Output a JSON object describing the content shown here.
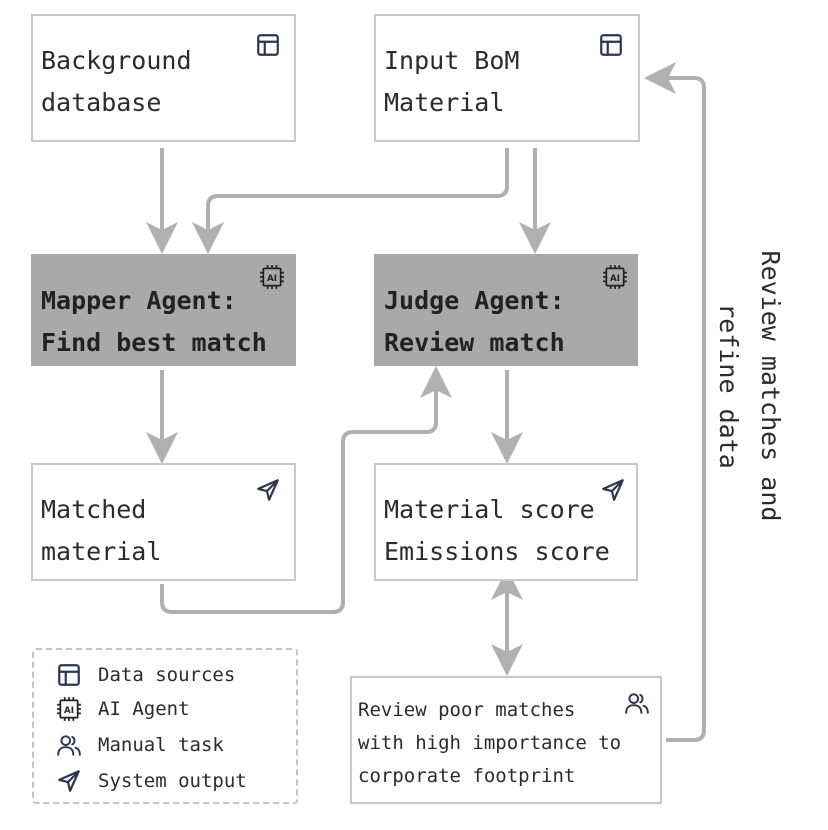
{
  "nodes": {
    "background_db": {
      "line1": "Background",
      "line2": "database"
    },
    "input_bom": {
      "line1": "Input BoM",
      "line2": "Material"
    },
    "mapper": {
      "line1": "Mapper Agent:",
      "line2": "Find best match"
    },
    "judge": {
      "line1": "Judge Agent:",
      "line2": "Review match"
    },
    "matched": {
      "line1": "Matched",
      "line2": "material"
    },
    "scores": {
      "line1": "Material score",
      "line2": "Emissions score"
    },
    "review": {
      "line1": "Review poor matches",
      "line2": "with high importance to",
      "line3": "corporate footprint"
    }
  },
  "side_label": {
    "line1": "Review matches and",
    "line2": "refine data"
  },
  "legend": [
    {
      "icon": "table-icon",
      "label": "Data sources"
    },
    {
      "icon": "ai-chip-icon",
      "label": "AI Agent"
    },
    {
      "icon": "people-icon",
      "label": "Manual task"
    },
    {
      "icon": "send-icon",
      "label": "System output"
    }
  ],
  "colors": {
    "agent_fill": "#a9a9a9",
    "border": "#c8c8c8",
    "arrow": "#b0b0b0",
    "icon": "#2a3550"
  }
}
